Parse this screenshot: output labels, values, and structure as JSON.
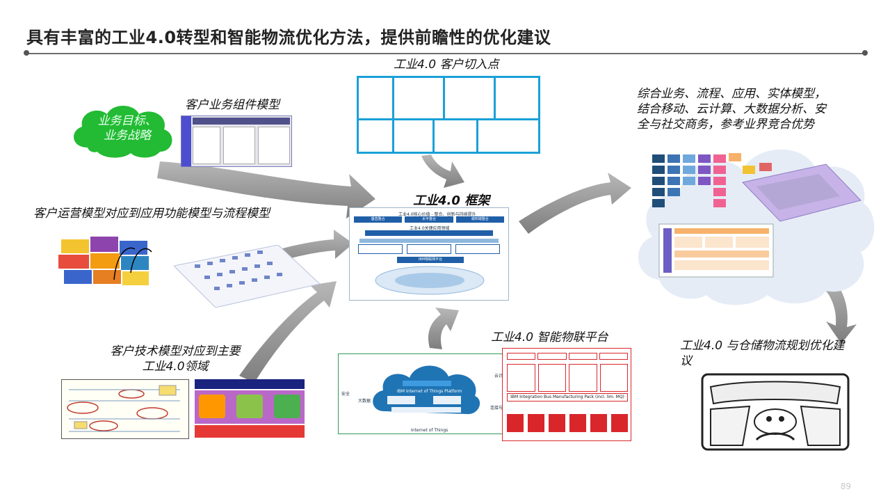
{
  "slide": {
    "title": "具有丰富的工业4.0转型和智能物流优化方法，提供前瞻性的优化建议",
    "page_number": "89"
  },
  "labels": {
    "entry_points": "工业4.0 客户切入点",
    "business_component": "客户业务组件模型",
    "cloud_bubble_line1": "业务目标、",
    "cloud_bubble_line2": "业务战略",
    "ops_model": "客户运营模型对应到应用功能模型与流程模型",
    "tech_model_line1": "客户技术模型对应到主要",
    "tech_model_line2": "工业4.0领域",
    "framework": "工业4.0 框架",
    "iot_platform": "工业4.0  智能物联平台",
    "comprehensive_line1": "综合业务、流程、应用、实体模型，",
    "comprehensive_line2": "结合移动、云计算、大数据分析、安",
    "comprehensive_line3": "全与社交商务，参考业界竞合优势",
    "warehouse_line1": "工业4.0 与仓储物流规划优化建",
    "warehouse_line2": "议"
  },
  "framework_panel": {
    "header": "工业4.0核心价值 - 整合、创新与持续提升",
    "pills": [
      "垂直整合",
      "水平整合",
      "端到端整合"
    ],
    "subheader": "工业4.0关键应用领域",
    "platform": "IBM物联网平台"
  },
  "iot_panel": {
    "cloud_title": "IBM Internet of Things Platform",
    "label_security": "安全",
    "label_bigdata": "大数据",
    "label_cloud": "云计算",
    "label_mobile": "连接与移动",
    "bottom": "Internet of Things"
  },
  "integration_panel": {
    "bus": "IBM Integration Bus Manufacturing Pack (incl. lim. MQ)"
  },
  "colors": {
    "arrow_gray": "#8f8f8f",
    "cyan_panel": "#1aa0d8",
    "cloud_green": "#22bb33",
    "cloud_blue": "#e6ecf6",
    "iot_blue": "#1f74b4",
    "integration_red": "#d9262b"
  }
}
